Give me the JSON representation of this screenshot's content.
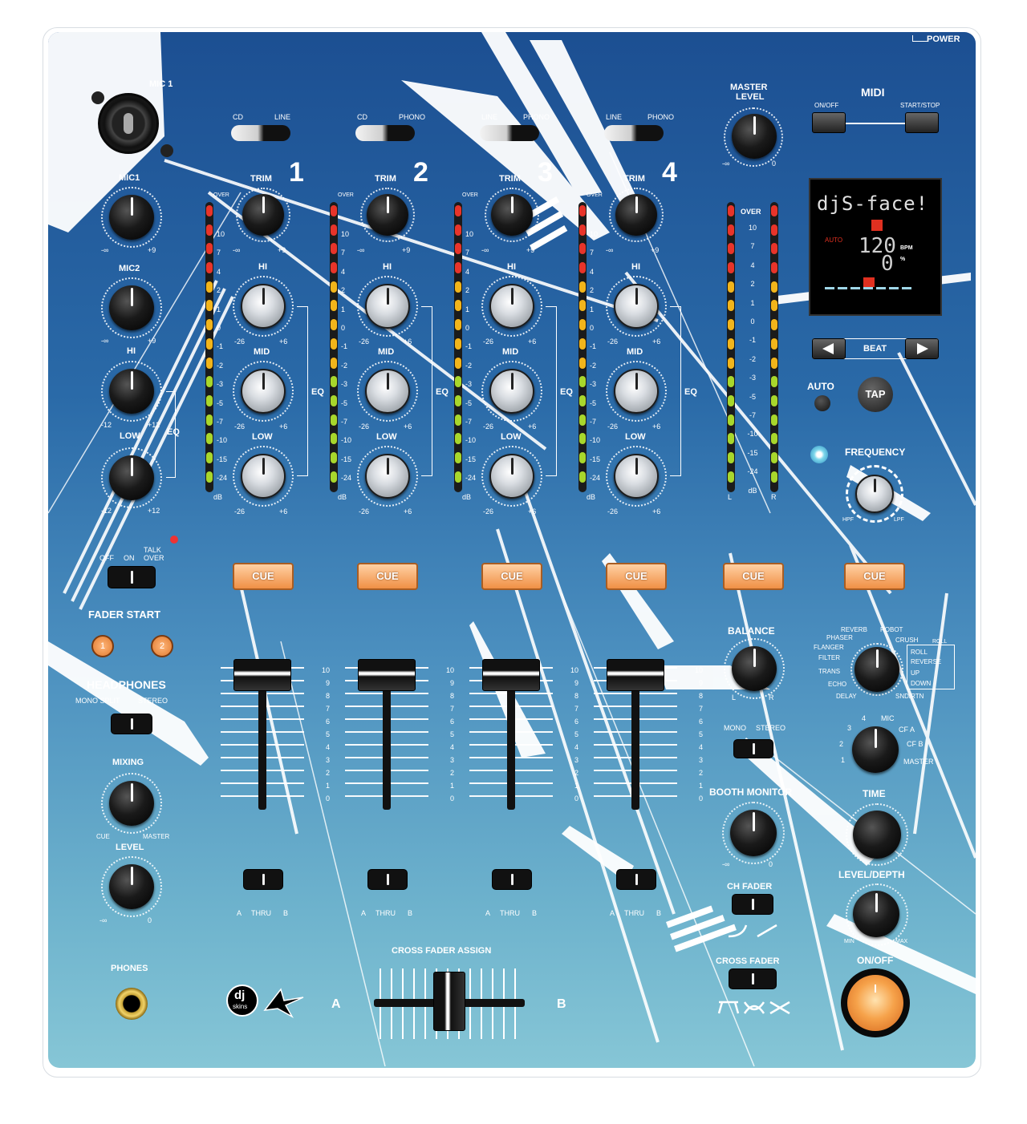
{
  "power_label": "POWER",
  "mic1": {
    "label": "MIC 1"
  },
  "mic_section": {
    "mic1": "MIC1",
    "mic2": "MIC2",
    "hi": "HI",
    "low": "LOW",
    "eq": "EQ",
    "min": "-∞",
    "max": "+9",
    "eq_min": "-12",
    "eq_max": "+12"
  },
  "channels": [
    {
      "number": "1",
      "input_a": "CD",
      "input_b": "LINE"
    },
    {
      "number": "2",
      "input_a": "CD",
      "input_b": "PHONO"
    },
    {
      "number": "3",
      "input_a": "LINE",
      "input_b": "PHONO"
    },
    {
      "number": "4",
      "input_a": "LINE",
      "input_b": "PHONO"
    }
  ],
  "channel_labels": {
    "trim": "TRIM",
    "over": "OVER",
    "hi": "HI",
    "mid": "MID",
    "low": "LOW",
    "eq": "EQ",
    "trim_min": "-∞",
    "trim_max": "+9",
    "eq_min": "-26",
    "eq_max": "+6",
    "db": "dB"
  },
  "meter_scale": [
    "10",
    "7",
    "4",
    "2",
    "1",
    "0",
    "-1",
    "-2",
    "-3",
    "-5",
    "-7",
    "-10",
    "-15",
    "-24"
  ],
  "master": {
    "label_1": "MASTER",
    "label_2": "LEVEL",
    "min": "-∞",
    "max": "0",
    "meter_over": "OVER",
    "meter_scale": [
      "10",
      "7",
      "4",
      "2",
      "1",
      "0",
      "-1",
      "-2",
      "-3",
      "-5",
      "-7",
      "-10",
      "-15",
      "-24",
      "dB"
    ],
    "left": "L",
    "right": "R"
  },
  "midi": {
    "title": "MIDI",
    "on_off": "ON/OFF",
    "start_stop": "START/STOP"
  },
  "display": {
    "brand": "djS-face!",
    "auto": "AUTO",
    "bpm": "120",
    "bpm_unit": "BPM",
    "percent": "0",
    "percent_unit": "%"
  },
  "beat": {
    "label": "BEAT",
    "auto": "AUTO",
    "tap": "TAP"
  },
  "frequency": {
    "label": "FREQUENCY",
    "hpf": "HPF",
    "lpf": "LPF"
  },
  "talkover": {
    "off": "OFF",
    "on": "ON",
    "talk": "TALK",
    "over": "OVER"
  },
  "cue_label": "CUE",
  "fader_start": {
    "label": "FADER START",
    "b1": "1",
    "b2": "2"
  },
  "headphones": {
    "label": "HEADPHONES",
    "mono_split": "MONO SPLIT",
    "stereo": "STEREO",
    "mixing": "MIXING",
    "cue": "CUE",
    "master": "MASTER",
    "level": "LEVEL",
    "min": "-∞",
    "max": "0",
    "phones": "PHONES"
  },
  "fader_scale": [
    "10",
    "9",
    "8",
    "7",
    "6",
    "5",
    "4",
    "3",
    "2",
    "1",
    "0"
  ],
  "assign": {
    "a": "A",
    "thru": "THRU",
    "b": "B"
  },
  "cross_fader_assign": {
    "label": "CROSS FADER ASSIGN",
    "a": "A",
    "b": "B"
  },
  "balance": {
    "label": "BALANCE",
    "l": "L",
    "r": "R"
  },
  "mono_stereo": {
    "mono": "MONO",
    "stereo": "STEREO"
  },
  "booth": {
    "label": "BOOTH MONITOR",
    "min": "-∞",
    "max": "0"
  },
  "ch_fader": {
    "label": "CH FADER"
  },
  "cross_fader": {
    "label": "CROSS FADER"
  },
  "effects": {
    "reverb": "REVERB",
    "robot": "ROBOT",
    "phaser": "PHASER",
    "crush": "CRUSH",
    "flanger": "FLANGER",
    "filter": "FILTER",
    "trans": "TRANS",
    "echo": "ECHO",
    "delay": "DELAY",
    "snd_rtn": "SND/RTN",
    "roll_title": "ROLL",
    "roll": "ROLL",
    "reverse": "REVERSE",
    "up": "UP",
    "down": "DOWN"
  },
  "fx_channel": {
    "c4": "4",
    "mic": "MIC",
    "c3": "3",
    "cfa": "CF A",
    "c2": "2",
    "cfb": "CF B",
    "c1": "1",
    "master": "MASTER"
  },
  "time": {
    "label": "TIME"
  },
  "level_depth": {
    "label": "LEVEL/DEPTH",
    "min": "MIN",
    "max": "MAX"
  },
  "on_off": {
    "label": "ON/OFF"
  },
  "brand_logo": {
    "l1": "dj",
    "l2": "skins"
  },
  "colors": {
    "panel_top": "#1c4f92",
    "panel_bottom": "#86c6d6",
    "cue": "#f09045",
    "led_red": "#e8342a",
    "led_yellow": "#f2b51b",
    "led_green": "#a8d72c"
  }
}
